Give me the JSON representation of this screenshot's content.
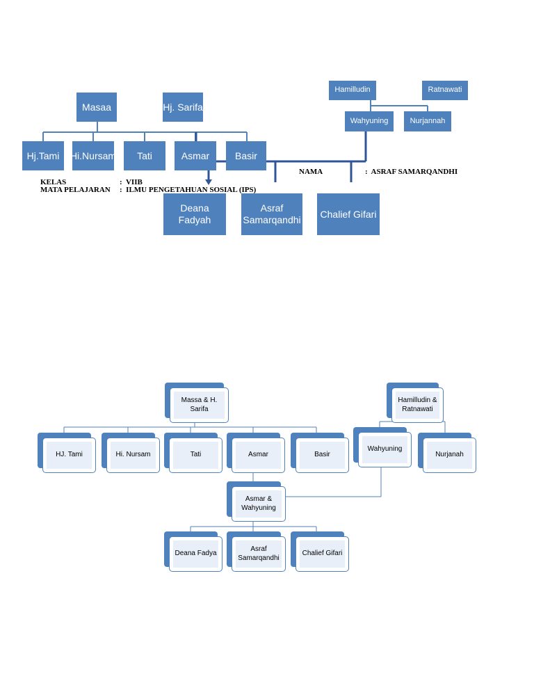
{
  "top_chart": {
    "grandparents_left": [
      "Masaa",
      "Hj. Sarifa"
    ],
    "siblings_left": [
      "Hj.Tami",
      "Hi.Nursam",
      "Tati",
      "Asmar",
      "Basir"
    ],
    "grandparents_right": [
      "Hamilludin",
      "Ratnawati"
    ],
    "siblings_right": [
      "Wahyuning",
      "Nurjannah"
    ],
    "children": [
      "Deana Fadyah",
      "Asraf Samarqandhi",
      "Chalief Gifari"
    ]
  },
  "student_info": {
    "nama_label": "NAMA",
    "nama_value": ":  ASRAF SAMARQANDHI",
    "kelas_label": "KELAS",
    "kelas_value": ":  VIIB",
    "mapel_label": "MATA PELAJARAN",
    "mapel_value": ":  ILMU PENGETAHUAN SOSIAL (IPS)"
  },
  "bottom_chart": {
    "parents_left": "Massa & H. Sarifa",
    "parents_right": "Hamilludin & Ratnawati",
    "siblings_left": [
      "HJ. Tami",
      "Hi. Nursam",
      "Tati",
      "Asmar",
      "Basir"
    ],
    "siblings_right": [
      "Wahyuning",
      "Nurjanah"
    ],
    "couple": "Asmar & Wahyuning",
    "children": [
      "Deana Fadya",
      "Asraf Samarqandhi",
      "Chalief Gifari"
    ]
  },
  "colors": {
    "box_fill": "#4f81bd",
    "box_light": "#e9eff8",
    "line": "#4f81bd"
  }
}
